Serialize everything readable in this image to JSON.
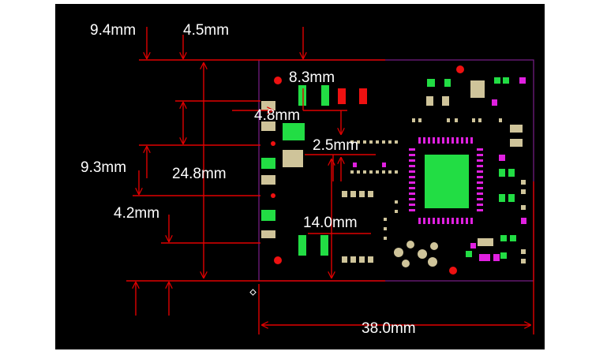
{
  "colors": {
    "background": "#000000",
    "page_margin": "#ffffff",
    "dimension_line": "#e00000",
    "board_outline": "#7a1f8a",
    "pad_green": "#22dd44",
    "pad_tan": "#cfc49a",
    "pad_magenta": "#e020e0",
    "pad_red": "#ee1111",
    "label_text": "#ffffff"
  },
  "dimensions": {
    "dim_9_4": "9.4mm",
    "dim_4_5": "4.5mm",
    "dim_8_3": "8.3mm",
    "dim_4_8": "4.8mm",
    "dim_2_5": "2.5mm",
    "dim_9_3": "9.3mm",
    "dim_24_8": "24.8mm",
    "dim_4_2": "4.2mm",
    "dim_14_0": "14.0mm",
    "dim_38_0": "38.0mm"
  }
}
